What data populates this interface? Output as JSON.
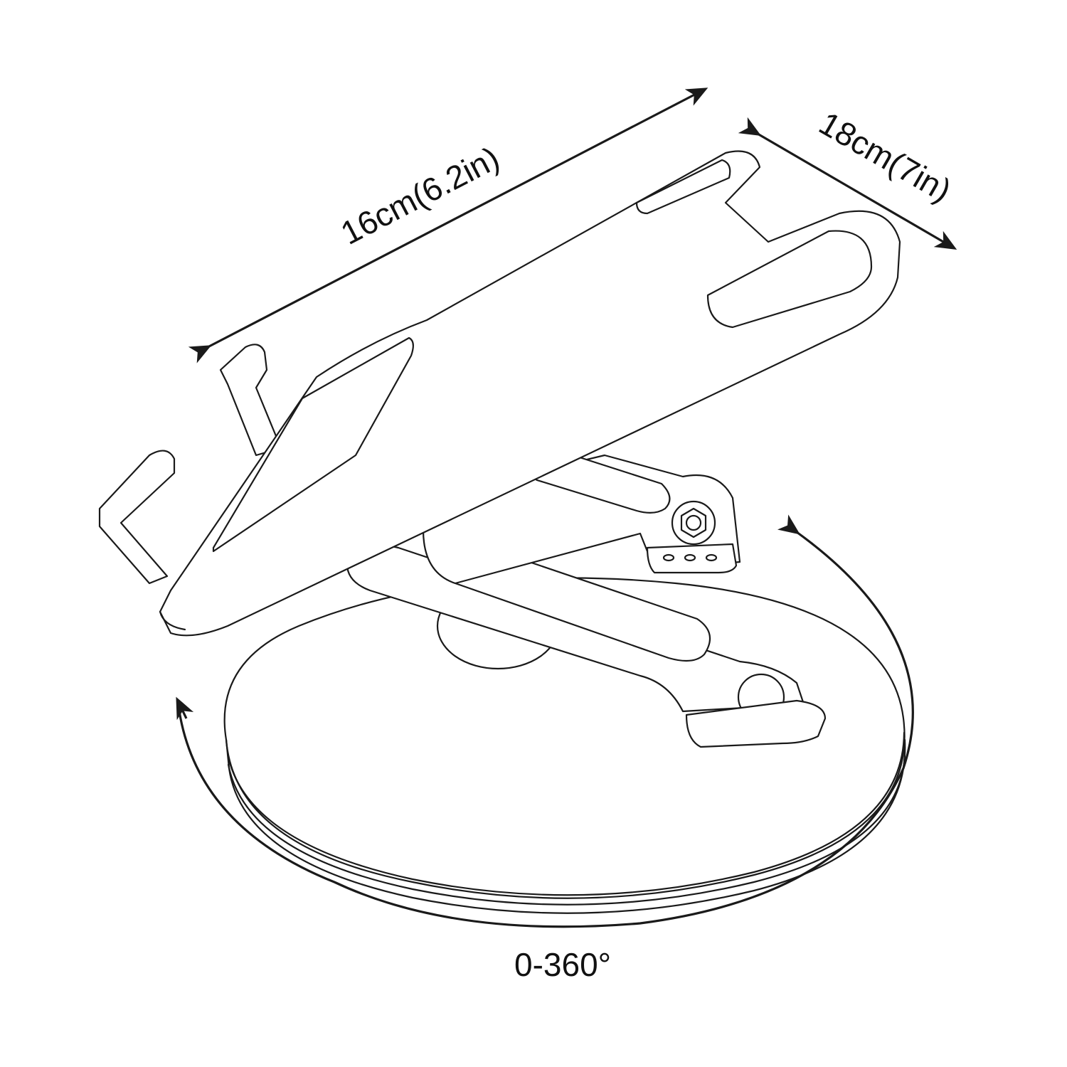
{
  "diagram": {
    "subject": "rotating tablet/phone stand",
    "dimensions": {
      "length_label": "16cm(6.2in)",
      "width_label": "18cm(7in)",
      "rotation_label": "0-360°"
    },
    "colors": {
      "line": "#1a1a1a",
      "background": "#ffffff"
    }
  }
}
